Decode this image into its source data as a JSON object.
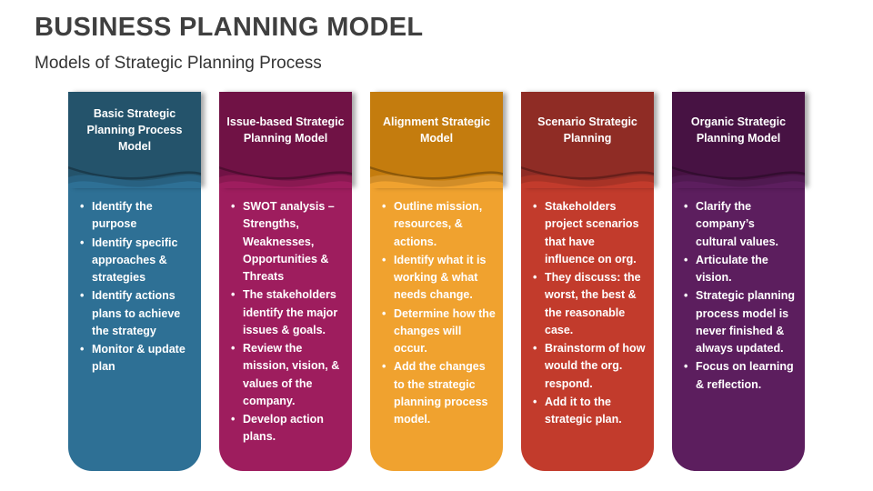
{
  "slide": {
    "title": "BUSINESS PLANNING MODEL",
    "subtitle": "Models of Strategic Planning Process",
    "background_color": "#ffffff",
    "title_color": "#3f3f3f"
  },
  "columns": [
    {
      "title": "Basic Strategic Planning Process Model",
      "header_color": "#24536B",
      "body_color": "#2E7095",
      "bullets": [
        "Identify the purpose",
        "Identify specific approaches & strategies",
        "Identify actions plans to achieve the strategy",
        "Monitor & update plan"
      ]
    },
    {
      "title": "Issue-based Strategic Planning Model",
      "header_color": "#701245",
      "body_color": "#9E1D5E",
      "bullets": [
        "SWOT analysis – Strengths, Weaknesses, Opportunities & Threats",
        "The stakeholders identify the major issues & goals.",
        "Review the mission, vision, & values of the company.",
        "Develop action plans."
      ]
    },
    {
      "title": "Alignment Strategic Model",
      "header_color": "#C47C0E",
      "body_color": "#F0A22F",
      "bullets": [
        "Outline mission, resources, & actions.",
        "Identify what it is working & what needs change.",
        "Determine how the changes will occur.",
        "Add the changes to the strategic planning process model."
      ]
    },
    {
      "title": "Scenario Strategic Planning",
      "header_color": "#8F2C25",
      "body_color": "#C23B2C",
      "bullets": [
        "Stakeholders project scenarios that have influence on org.",
        "They discuss: the worst, the best & the reasonable case.",
        "Brainstorm of how would the org. respond.",
        "Add it to the strategic plan."
      ]
    },
    {
      "title": "Organic Strategic Planning Model",
      "header_color": "#471243",
      "body_color": "#5C1E5E",
      "bullets": [
        "Clarify the company’s cultural values.",
        "Articulate the vision.",
        "Strategic planning process model is never finished & always updated.",
        "Focus on learning & reflection."
      ]
    }
  ]
}
